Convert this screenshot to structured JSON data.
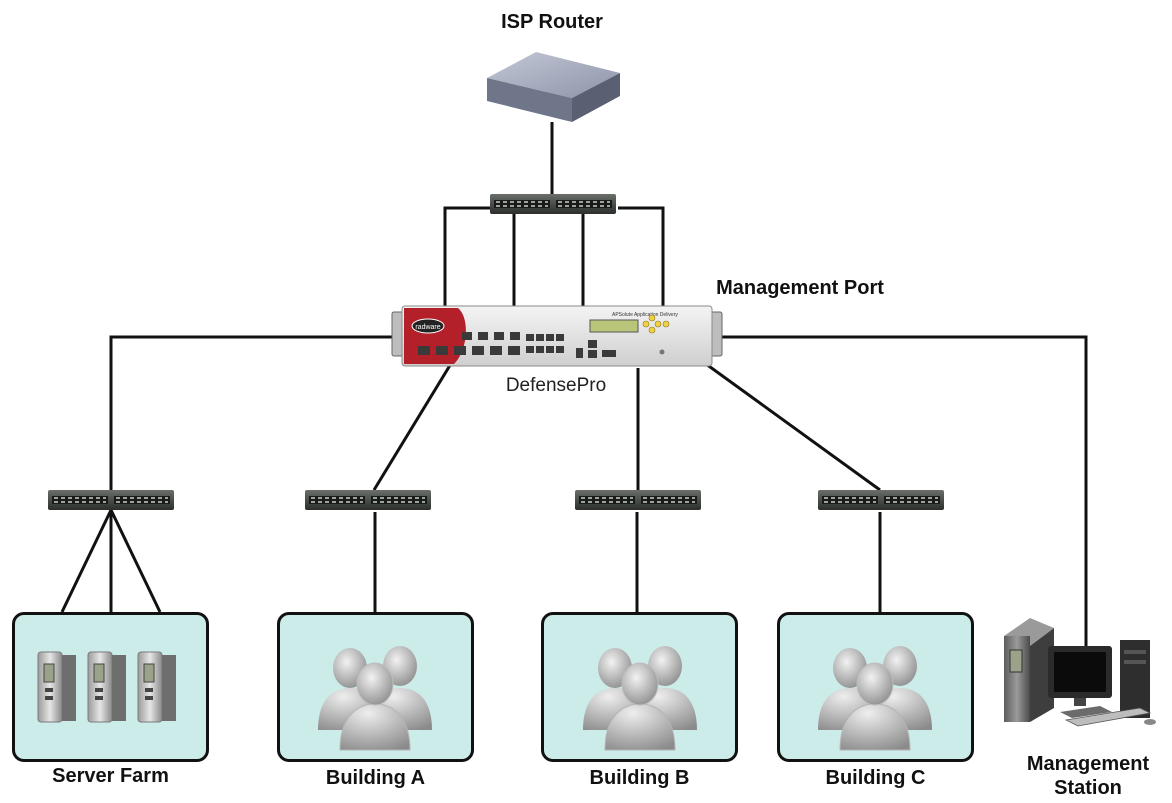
{
  "labels": {
    "isp_router": "ISP Router",
    "management_port": "Management Port",
    "defensepro": "DefensePro",
    "server_farm": "Server Farm",
    "building_a": "Building A",
    "building_b": "Building B",
    "building_c": "Building C",
    "management_station_line1": "Management",
    "management_station_line2": "Station"
  },
  "device_branding": {
    "vendor_logo": "radware",
    "panel_text": "APSolute Application Delivery"
  },
  "colors": {
    "box_fill": "#ccecea",
    "lines": "#111111",
    "accent_red": "#b3202a"
  }
}
